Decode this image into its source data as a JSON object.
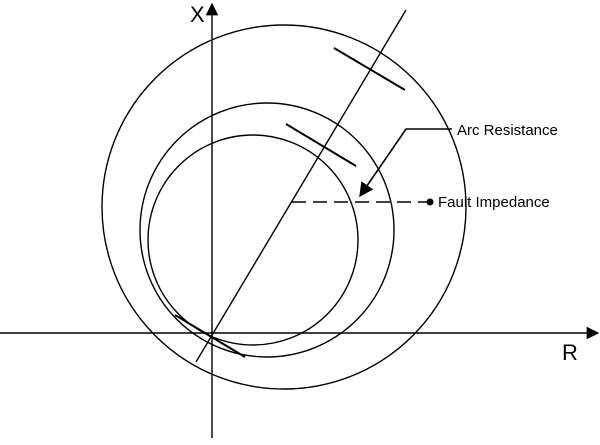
{
  "axes": {
    "x_axis_label": "R",
    "y_axis_label": "X"
  },
  "annotations": {
    "arc_resistance": "Arc Resistance",
    "fault_impedance": "Fault Impedance"
  },
  "colors": {
    "stroke": "#000000",
    "background": "#ffffff"
  }
}
